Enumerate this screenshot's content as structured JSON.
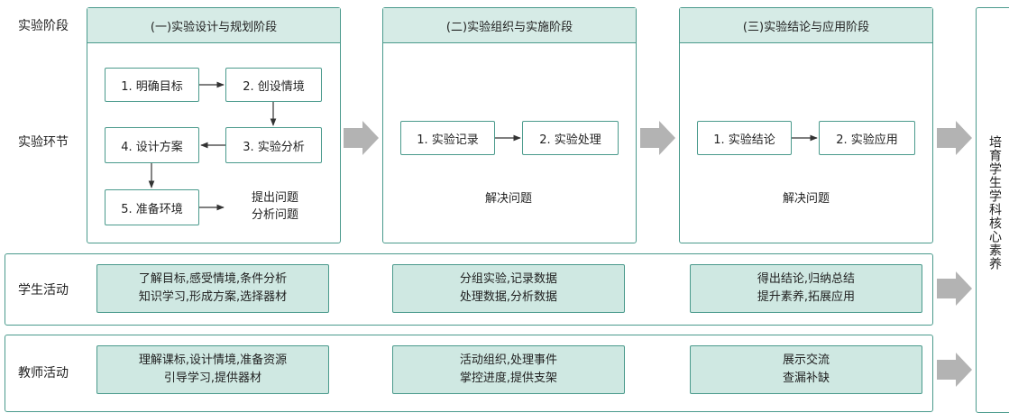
{
  "row_labels": {
    "stage": "实验阶段",
    "step": "实验环节",
    "student": "学生活动",
    "teacher": "教师活动"
  },
  "stages": [
    {
      "title": "(一)实验设计与规划阶段",
      "steps": [
        "1. 明确目标",
        "2. 创设情境",
        "3. 实验分析",
        "4. 设计方案",
        "5. 准备环境"
      ],
      "outcome": [
        "提出问题",
        "分析问题"
      ]
    },
    {
      "title": "(二)实验组织与实施阶段",
      "steps": [
        "1. 实验记录",
        "2. 实验处理"
      ],
      "outcome": [
        "解决问题"
      ]
    },
    {
      "title": "(三)实验结论与应用阶段",
      "steps": [
        "1. 实验结论",
        "2. 实验应用"
      ],
      "outcome": [
        "解决问题"
      ]
    }
  ],
  "student_activities": [
    [
      "了解目标,感受情境,条件分析",
      "知识学习,形成方案,选择器材"
    ],
    [
      "分组实验,记录数据",
      "处理数据,分析数据"
    ],
    [
      "得出结论,归纳总结",
      "提升素养,拓展应用"
    ]
  ],
  "teacher_activities": [
    [
      "理解课标,设计情境,准备资源",
      "引导学习,提供器材"
    ],
    [
      "活动组织,处理事件",
      "掌控进度,提供支架"
    ],
    [
      "展示交流",
      "查漏补缺"
    ]
  ],
  "goal": "培育学生学科核心素养",
  "colors": {
    "border": "#4a9a8c",
    "head_fill": "#d6ebe6",
    "activity_fill": "#cfe8e2",
    "arrow": "#b3b3b3"
  }
}
